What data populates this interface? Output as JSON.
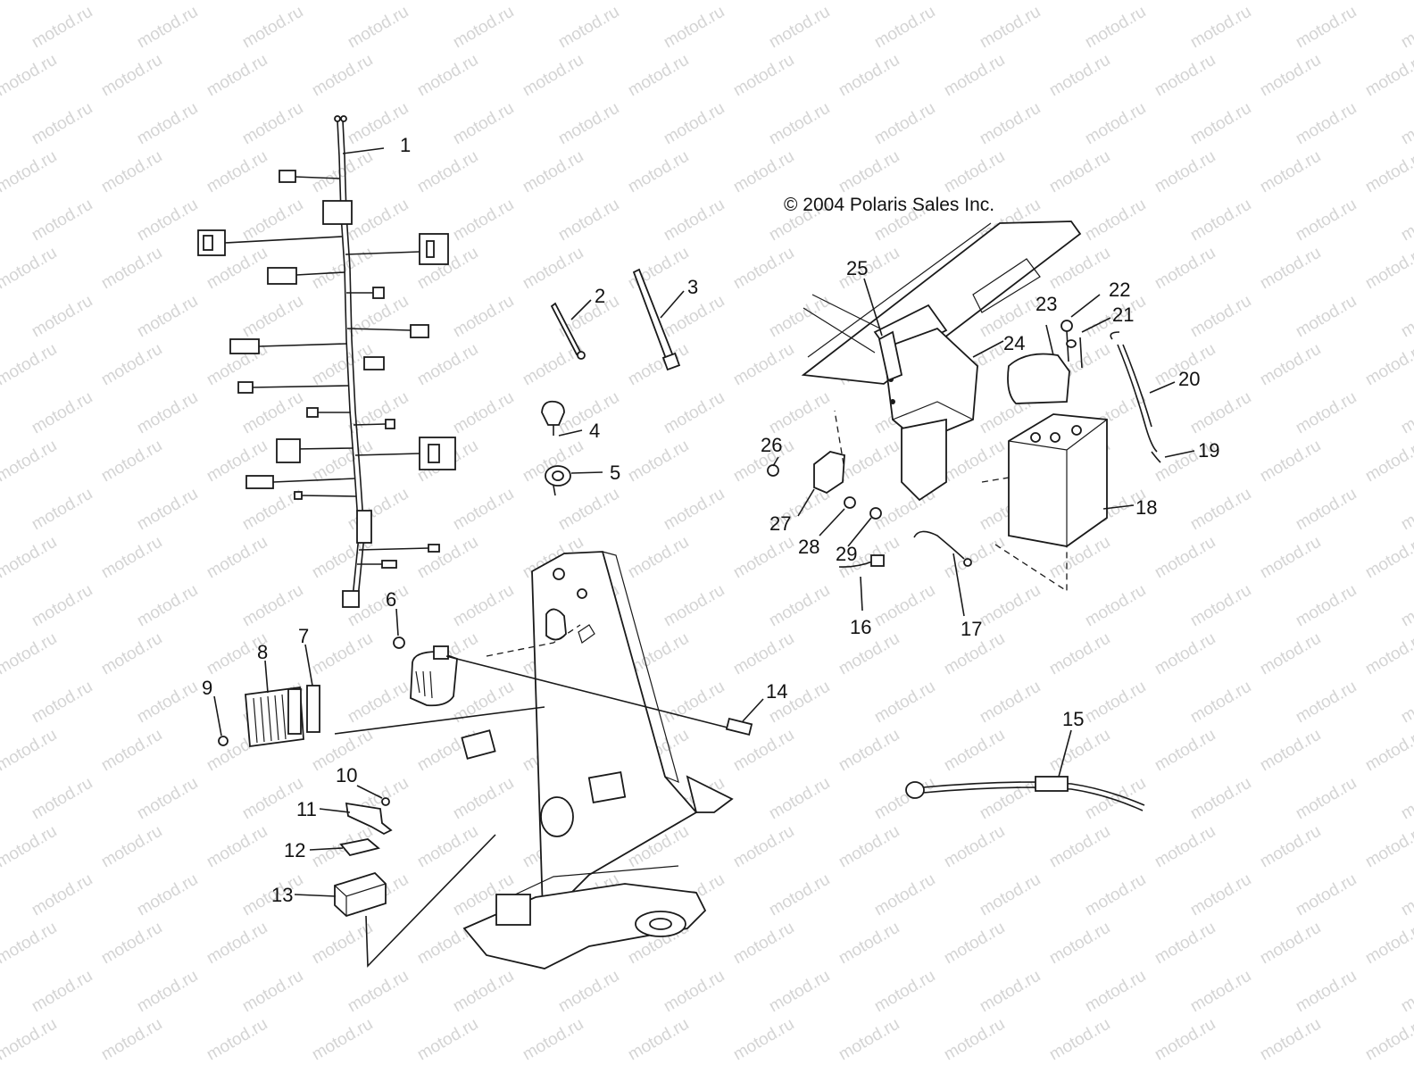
{
  "copyright": "© 2004 Polaris Sales Inc.",
  "watermark": "motod.ru",
  "callouts": [
    "1",
    "2",
    "3",
    "4",
    "5",
    "6",
    "7",
    "8",
    "9",
    "10",
    "11",
    "12",
    "13",
    "14",
    "15",
    "16",
    "17",
    "18",
    "19",
    "20",
    "21",
    "22",
    "23",
    "24",
    "25",
    "26",
    "27",
    "28",
    "29"
  ]
}
